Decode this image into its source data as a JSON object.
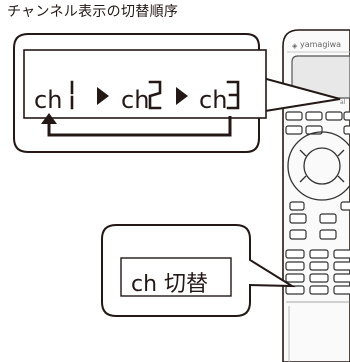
{
  "title": "チャンネル表示の切替順序",
  "remote": {
    "brand": "yamagiwa"
  },
  "sequence": {
    "ch_label": "ch",
    "digits": [
      "1",
      "2",
      "3"
    ]
  },
  "switch_button": {
    "label": "ch 切替"
  }
}
